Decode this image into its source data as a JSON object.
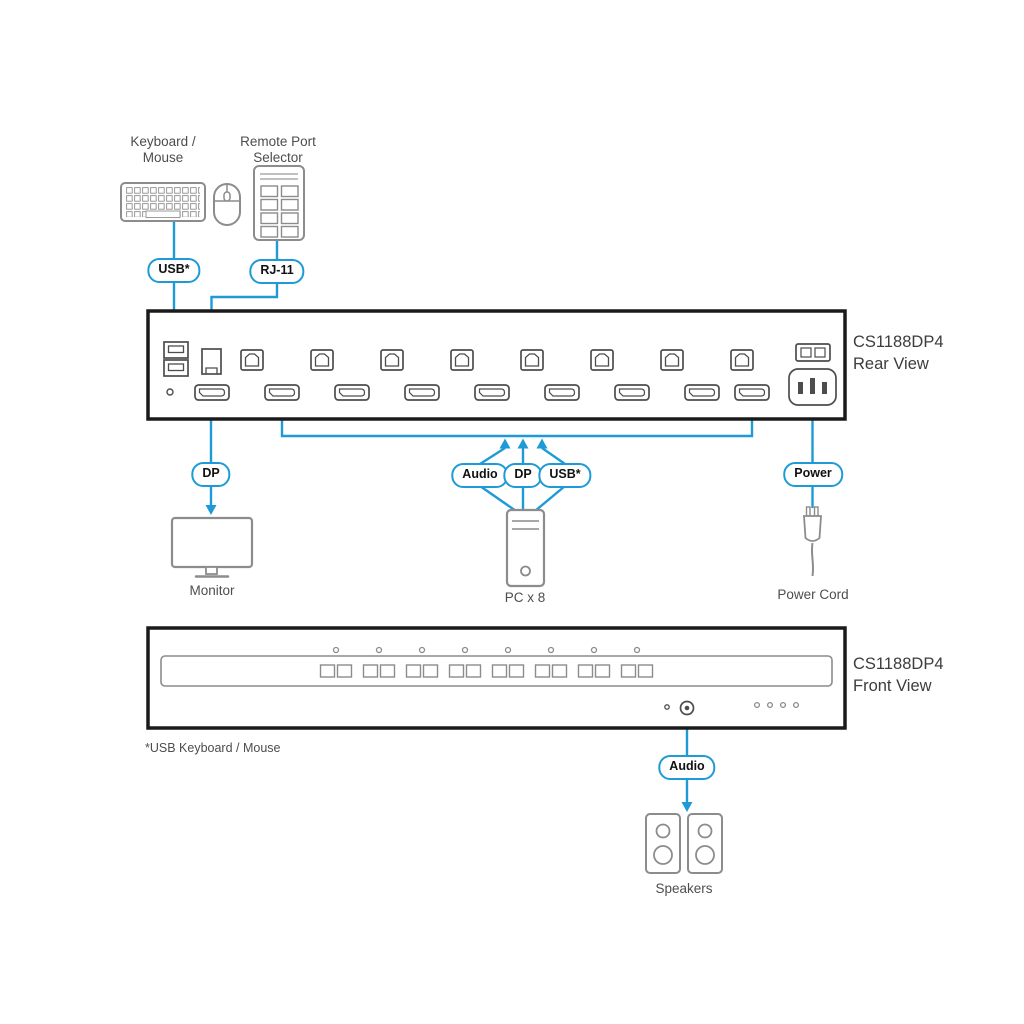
{
  "colors": {
    "accent": "#1e9bd7",
    "panel_border": "#1a1a1a",
    "device_outline": "#8c8c8c",
    "text": "#4d4d4d"
  },
  "labels": {
    "keyboard_mouse_line1": "Keyboard /",
    "keyboard_mouse_line2": "Mouse",
    "remote_selector_line1": "Remote Port",
    "remote_selector_line2": "Selector",
    "monitor": "Monitor",
    "pc": "PC x 8",
    "power_cord": "Power Cord",
    "speakers": "Speakers",
    "footnote": "*USB Keyboard / Mouse"
  },
  "pills": {
    "usb_console": "USB*",
    "rj11": "RJ-11",
    "dp_monitor": "DP",
    "audio_pc": "Audio",
    "dp_pc": "DP",
    "usb_pc": "USB*",
    "power": "Power",
    "audio_speakers": "Audio"
  },
  "rear_view": {
    "model": "CS1188DP4",
    "view": "Rear View"
  },
  "front_view": {
    "model": "CS1188DP4",
    "view": "Front View"
  }
}
